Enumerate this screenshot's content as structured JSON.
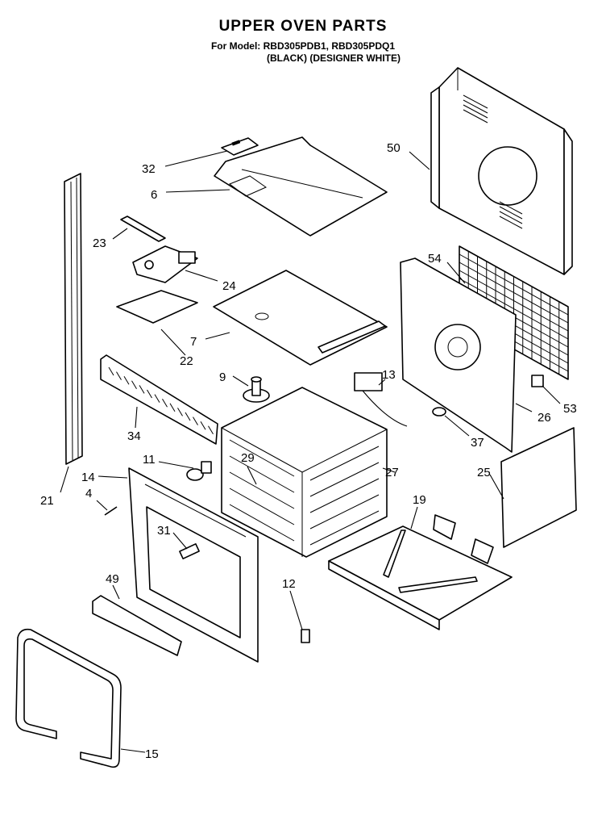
{
  "header": {
    "title": "UPPER OVEN PARTS",
    "model_line": "For Model: RBD305PDB1, RBD305PDQ1",
    "color_line": "(BLACK)  (DESIGNER WHITE)"
  },
  "callouts": [
    "50",
    "32",
    "6",
    "23",
    "54",
    "24",
    "7",
    "22",
    "9",
    "13",
    "53",
    "26",
    "34",
    "37",
    "11",
    "29",
    "14",
    "27",
    "25",
    "21",
    "4",
    "19",
    "31",
    "12",
    "49",
    "15"
  ]
}
